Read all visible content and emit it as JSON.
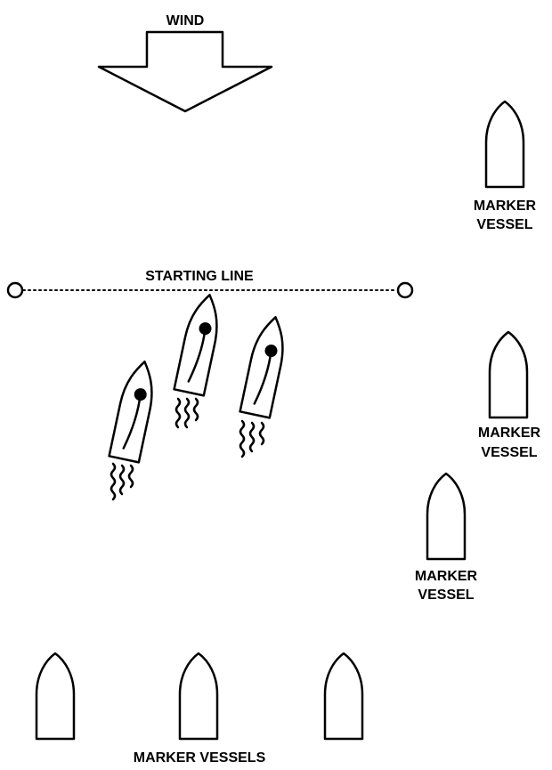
{
  "labels": {
    "wind": "WIND",
    "starting_line": "STARTING LINE",
    "marker_vessel_line1": "MARKER",
    "marker_vessel_line2": "VESSEL",
    "marker_vessels_group": "MARKER VESSELS"
  },
  "colors": {
    "ink": "#000000",
    "background": "#ffffff"
  }
}
